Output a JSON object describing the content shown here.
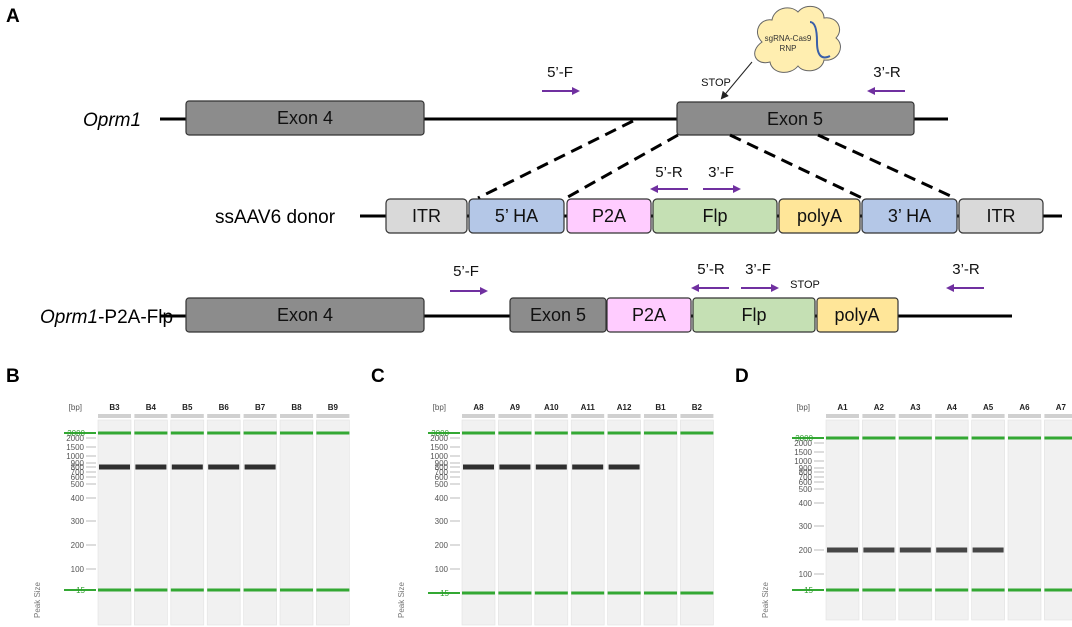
{
  "panels": {
    "A": "A",
    "B": "B",
    "C": "C",
    "D": "D"
  },
  "diagram": {
    "row1": {
      "gene": "Oprm1",
      "exon4": "Exon 4",
      "exon5": "Exon 5",
      "primer_f": "5’-F",
      "primer_r": "3’-R",
      "stop": "STOP",
      "cloud_line1": "sgRNA-Cas9",
      "cloud_line2": "RNP"
    },
    "row2": {
      "label": "ssAAV6 donor",
      "segments": [
        "ITR",
        "5’ HA",
        "P2A",
        "Flp",
        "polyA",
        "3’ HA",
        "ITR"
      ],
      "primer_r": "5’-R",
      "primer_f": "3’-F"
    },
    "row3": {
      "gene": "Oprm1",
      "gene_suffix": "-P2A-Flp",
      "exon4": "Exon 4",
      "exon5": "Exon 5",
      "p2a": "P2A",
      "flp": "Flp",
      "polya": "polyA",
      "primer_5f": "5’-F",
      "primer_5r": "5’-R",
      "primer_3f": "3’-F",
      "primer_3r": "3’-R",
      "stop": "STOP"
    }
  },
  "colors": {
    "exon": "#8c8c8c",
    "itr": "#d9d9d9",
    "ha": "#b4c7e7",
    "p2a": "#ffccff",
    "flp": "#c5e0b4",
    "polya": "#ffe699",
    "primer": "#7030a0",
    "ladder_green": "#33a833"
  },
  "gels": {
    "bp_label": "[bp]",
    "peak_size_label": "Peak Size",
    "ladder_ticks": [
      "2000",
      "1500",
      "1000",
      "900",
      "800",
      "700",
      "600",
      "500",
      "400",
      "300",
      "200",
      "100"
    ],
    "marker_high": "3000",
    "marker_low": "15",
    "B": {
      "lanes": [
        "B3",
        "B4",
        "B5",
        "B6",
        "B7",
        "B8",
        "B9"
      ],
      "band_bp": [
        800,
        800,
        800,
        800,
        800,
        null,
        null
      ]
    },
    "C": {
      "lanes": [
        "A8",
        "A9",
        "A10",
        "A11",
        "A12",
        "B1",
        "B2"
      ],
      "band_bp": [
        800,
        800,
        800,
        800,
        800,
        null,
        null
      ]
    },
    "D": {
      "lanes": [
        "A1",
        "A2",
        "A3",
        "A4",
        "A5",
        "A6",
        "A7"
      ],
      "band_bp": [
        200,
        200,
        200,
        200,
        200,
        null,
        null
      ]
    }
  }
}
